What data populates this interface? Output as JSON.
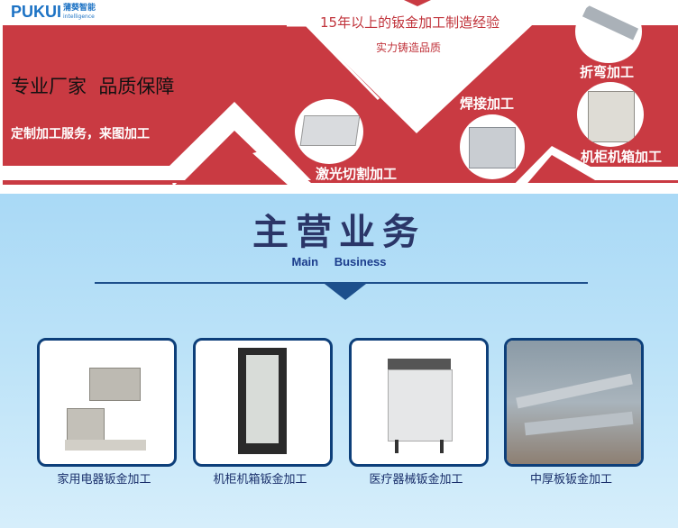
{
  "logo": {
    "mark": "PUKUI",
    "cn": "蒲葵智能",
    "en": "intelligence"
  },
  "banner": {
    "slogan": "专业厂家  品质保障",
    "subtitle": "定制加工服务，来图加工",
    "experience": "15年以上的钣金加工制造经验",
    "quality": "实力铸造品质",
    "services": [
      {
        "label": "激光切割加工"
      },
      {
        "label": "焊接加工"
      },
      {
        "label": "折弯加工"
      },
      {
        "label": "机柜机箱加工"
      }
    ],
    "colors": {
      "red": "#c93a42",
      "white": "#ffffff"
    }
  },
  "main": {
    "title": "主营业务",
    "subtitle": "Main Business",
    "cards": [
      {
        "caption": "家用电器钣金加工"
      },
      {
        "caption": "机柜机箱钣金加工"
      },
      {
        "caption": "医疗器械钣金加工"
      },
      {
        "caption": "中厚板钣金加工"
      }
    ],
    "colors": {
      "navy": "#0d3f7a",
      "bg": "#bde3f8"
    }
  }
}
